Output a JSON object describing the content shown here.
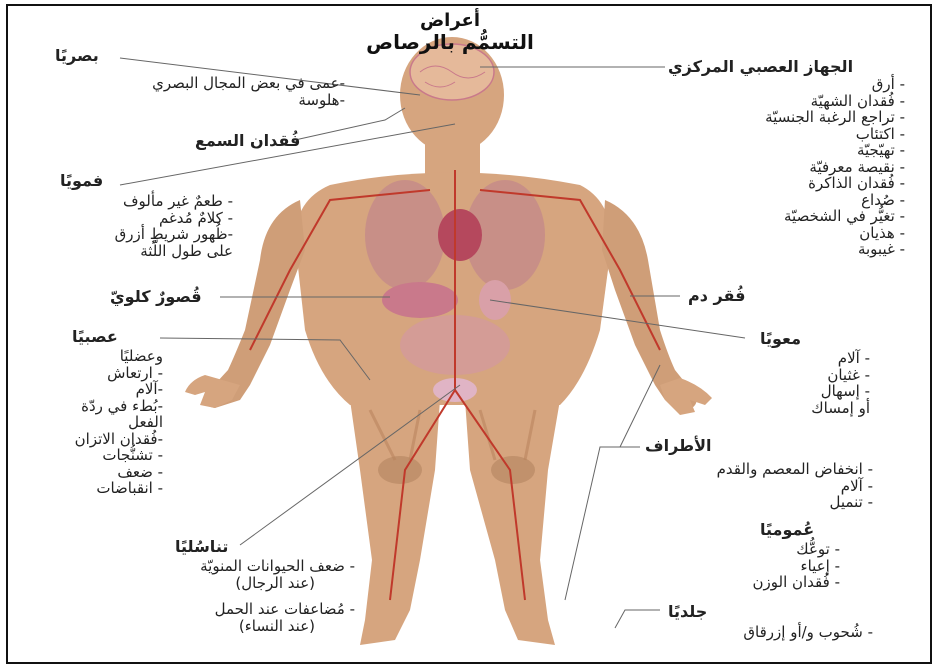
{
  "title": {
    "line1": "أعراض",
    "line2": "التسمُّم بالرصاص"
  },
  "colors": {
    "skin": "#d6a57f",
    "skin_dark": "#b9845d",
    "organ": "#c9798b",
    "artery": "#c0392b",
    "line": "#666666"
  },
  "left": {
    "vision": {
      "heading": "بصريًا",
      "items": [
        "-عمى في بعض المجال البصري",
        "-هلوسة"
      ]
    },
    "hearing": {
      "heading": "فُقدان السمع"
    },
    "mouth": {
      "heading": "فمويًا",
      "items": [
        "- طعمٌ غير مألوف",
        "- كلامٌ مُدغم",
        "-ظُهور شريطٍ أزرق",
        "على طول اللّثة"
      ]
    },
    "kidney": {
      "heading": "قُصورٌ كلويّ"
    },
    "neuromuscular": {
      "heading": "عصبيًا",
      "items": [
        "وعضليًا",
        "- ارتعاش",
        "-آلام",
        "-بُطء في ردّة",
        "الفعل",
        "-فُقدان الاتزان",
        "- تشنُّجات",
        "- ضعف",
        "- انقباضات"
      ]
    },
    "reproductive": {
      "heading": "تناسُليًا",
      "items": [
        "- ضعف الحيوانات المنويّة",
        "(عند الرجال)",
        "- مُضاعفات عند الحمل",
        "(عند النساء)"
      ]
    }
  },
  "right": {
    "cns": {
      "heading": "الجهاز العصبي المركزي",
      "items": [
        "- أرق",
        "- فُقدان الشهيّة",
        "- تراجع الرغبة الجنسيّة",
        "- اكتئاب",
        "- تهيّجيّة",
        "- نقيصة معرفيّة",
        "- فُقدان الذاكرة",
        "- صُداع",
        "- تغيُّر في الشخصيّة",
        "- هذيان",
        "- غيبوبة"
      ]
    },
    "anemia": {
      "heading": "فُقر دم"
    },
    "gi": {
      "heading": "معويًا",
      "items": [
        "- آلام",
        "- غثيان",
        "- إسهال",
        "أو إمساك"
      ]
    },
    "limbs": {
      "heading": "الأطراف",
      "items": [
        "- انخفاض المعصم والقدم",
        "- آلام",
        "- تنميل"
      ]
    },
    "general": {
      "heading": "عُموميًا",
      "items": [
        "- توعُّك",
        "- إعياء",
        "- فُقدان الوزن"
      ]
    },
    "skin": {
      "heading": "جلديًا",
      "items": [
        "- شُحوب و/أو إزرقاق"
      ]
    }
  }
}
